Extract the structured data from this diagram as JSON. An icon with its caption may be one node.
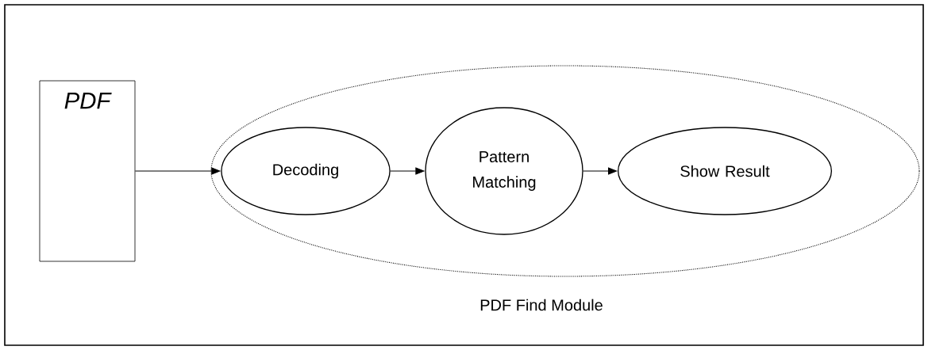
{
  "diagram": {
    "nodes": [
      {
        "text": [
          "PDF"
        ]
      },
      {
        "text": [
          "PDF Find Module"
        ]
      },
      {
        "text": [
          "Decoding"
        ],
        "in": 1
      },
      {
        "text": [
          "Pattern Matching"
        ],
        "in": 1
      },
      {
        "text": [
          "Show Result"
        ],
        "in": 1
      }
    ],
    "edges": [
      {
        "from": 0,
        "to": 2,
        "arrow": "to"
      },
      {
        "from": 2,
        "to": 3,
        "arrow": "to"
      },
      {
        "from": 3,
        "to": 4,
        "arrow": "to"
      }
    ]
  }
}
